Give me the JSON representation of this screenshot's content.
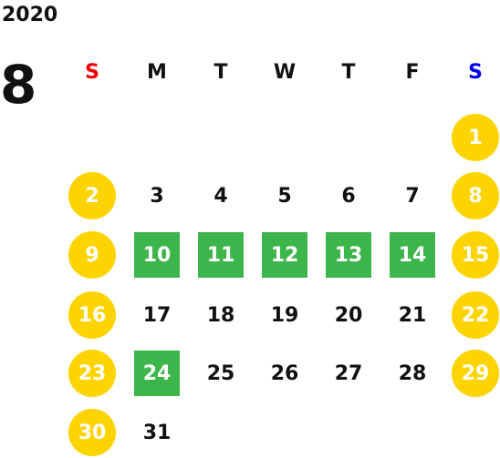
{
  "calendar": {
    "year": "2020",
    "month": "8",
    "weekdays": [
      {
        "label": "S",
        "color": "#ee0000"
      },
      {
        "label": "M",
        "color": "#111111"
      },
      {
        "label": "T",
        "color": "#111111"
      },
      {
        "label": "W",
        "color": "#111111"
      },
      {
        "label": "T",
        "color": "#111111"
      },
      {
        "label": "F",
        "color": "#111111"
      },
      {
        "label": "S",
        "color": "#0000ee"
      }
    ],
    "colors": {
      "holiday_circle": "#fdd300",
      "highlight_square": "#3cb54a",
      "text": "#111111",
      "on_colored_text": "#ffffff"
    },
    "weeks": [
      [
        {
          "day": ""
        },
        {
          "day": ""
        },
        {
          "day": ""
        },
        {
          "day": ""
        },
        {
          "day": ""
        },
        {
          "day": ""
        },
        {
          "day": "1",
          "style": "circle"
        }
      ],
      [
        {
          "day": "2",
          "style": "circle"
        },
        {
          "day": "3"
        },
        {
          "day": "4"
        },
        {
          "day": "5"
        },
        {
          "day": "6"
        },
        {
          "day": "7"
        },
        {
          "day": "8",
          "style": "circle"
        }
      ],
      [
        {
          "day": "9",
          "style": "circle"
        },
        {
          "day": "10",
          "style": "square"
        },
        {
          "day": "11",
          "style": "square"
        },
        {
          "day": "12",
          "style": "square"
        },
        {
          "day": "13",
          "style": "square"
        },
        {
          "day": "14",
          "style": "square"
        },
        {
          "day": "15",
          "style": "circle"
        }
      ],
      [
        {
          "day": "16",
          "style": "circle"
        },
        {
          "day": "17"
        },
        {
          "day": "18"
        },
        {
          "day": "19"
        },
        {
          "day": "20"
        },
        {
          "day": "21"
        },
        {
          "day": "22",
          "style": "circle"
        }
      ],
      [
        {
          "day": "23",
          "style": "circle"
        },
        {
          "day": "24",
          "style": "square"
        },
        {
          "day": "25"
        },
        {
          "day": "26"
        },
        {
          "day": "27"
        },
        {
          "day": "28"
        },
        {
          "day": "29",
          "style": "circle"
        }
      ],
      [
        {
          "day": "30",
          "style": "circle"
        },
        {
          "day": "31"
        },
        {
          "day": ""
        },
        {
          "day": ""
        },
        {
          "day": ""
        },
        {
          "day": ""
        },
        {
          "day": ""
        }
      ]
    ]
  }
}
